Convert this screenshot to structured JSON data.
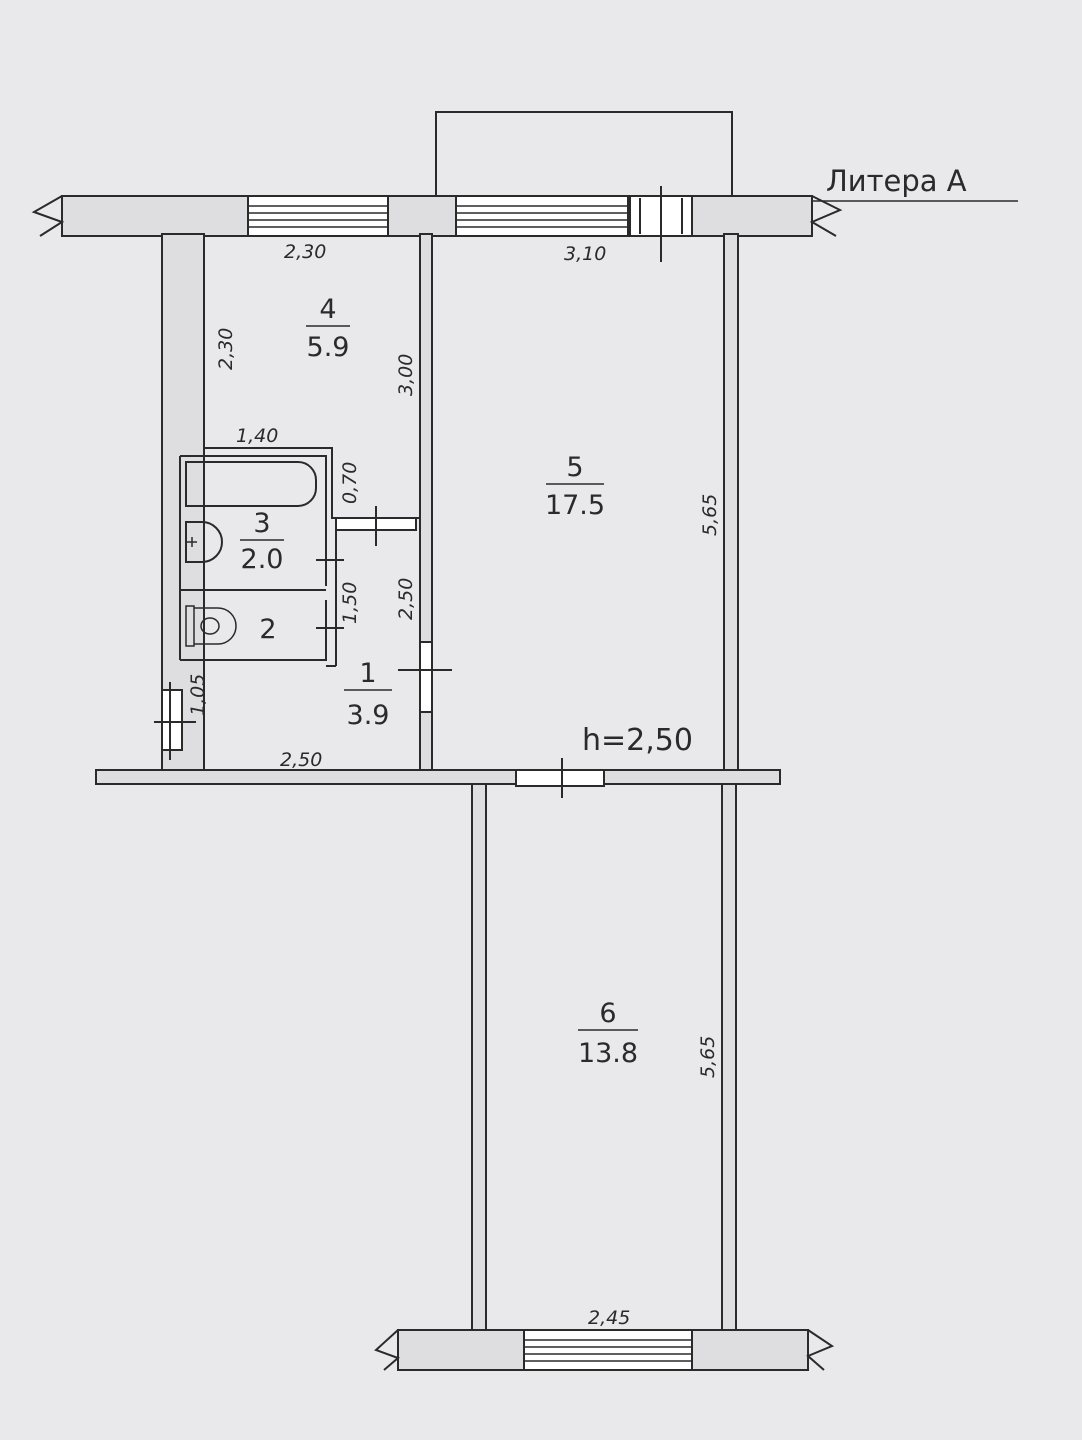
{
  "header": {
    "liter_label": "Литера А"
  },
  "height_label": "h=2,50",
  "rooms": [
    {
      "number": "1",
      "area": "3.9"
    },
    {
      "number": "2"
    },
    {
      "number": "3",
      "area": "2.0"
    },
    {
      "number": "4",
      "area": "5.9"
    },
    {
      "number": "5",
      "area": "17.5"
    },
    {
      "number": "6",
      "area": "13.8"
    }
  ],
  "dimensions": {
    "top_room4": "2,30",
    "top_room5": "3,10",
    "left_room4": "2,30",
    "right_room4": "3,00",
    "bath_width": "1,40",
    "bath_depth": "0,70",
    "wc_depth": "1,50",
    "hall_side": "2,50",
    "entry_depth": "1,05",
    "hall_bottom": "2,50",
    "room5_right": "5,65",
    "room6_right": "5,65",
    "room6_bottom": "2,45"
  }
}
